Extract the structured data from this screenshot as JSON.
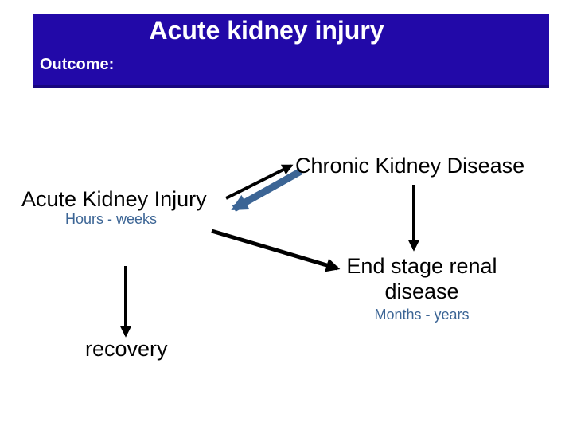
{
  "slide": {
    "title": "Acute kidney injury",
    "outcome_label": "Outcome:"
  },
  "diagram": {
    "aki": {
      "label": "Acute Kidney Injury",
      "duration": "Hours - weeks"
    },
    "ckd": {
      "label": "Chronic Kidney Disease"
    },
    "esrd": {
      "line1": "End stage renal",
      "line2": "disease",
      "duration": "Months - years"
    },
    "recovery": {
      "label": "recovery"
    },
    "arrows": [
      {
        "from": "Acute Kidney Injury",
        "to": "Chronic Kidney Disease",
        "style": "thin black diagonal up-right"
      },
      {
        "from": "Chronic Kidney Disease",
        "to": "Acute Kidney Injury",
        "style": "thick steel-blue diagonal down-left"
      },
      {
        "from": "Chronic Kidney Disease",
        "to": "End stage renal disease",
        "style": "black vertical down"
      },
      {
        "from": "Acute Kidney Injury",
        "to": "End stage renal disease",
        "style": "black diagonal down-right"
      },
      {
        "from": "Acute Kidney Injury",
        "to": "recovery",
        "style": "black vertical down"
      }
    ]
  },
  "colors": {
    "banner": "#2209a8",
    "title_text": "#ffffff",
    "node_text": "#000000",
    "duration_text": "#3c6595",
    "arrow_black": "#000000",
    "arrow_blue": "#3c6595"
  }
}
